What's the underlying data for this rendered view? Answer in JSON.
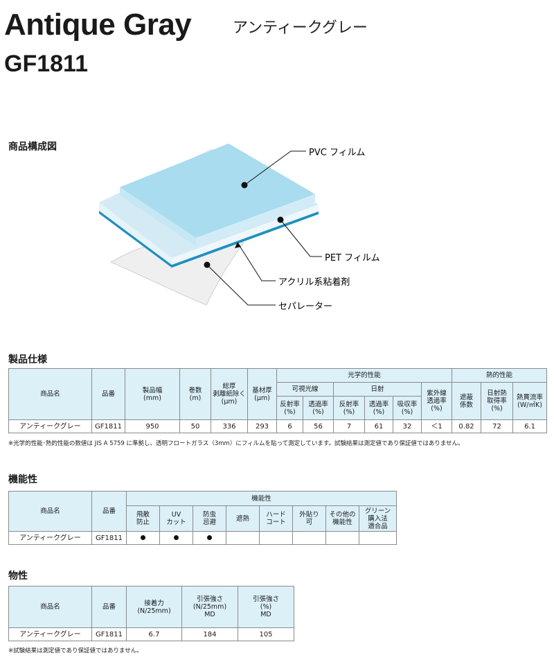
{
  "title": "Antique Gray",
  "subtitle": "アンティークグレー",
  "code": "GF1811",
  "sections": {
    "structure": "商品構成図",
    "spec": "製品仕様",
    "function": "機能性",
    "physical": "物性"
  },
  "diagram_labels": {
    "pvc": "PVC フィルム",
    "pet": "PET フィルム",
    "adhesive": "アクリル系粘着剤",
    "separator": "セパレーター"
  },
  "colors": {
    "pvc": "#a8dcee",
    "pet_edge": "#1f8fbf",
    "separator": "#efefef",
    "header_bg": "#dcf0f8"
  },
  "spec": {
    "headers": {
      "name": "商品名",
      "code": "品番",
      "width": "製品幅\n(mm)",
      "rolls": "巻数\n(m)",
      "total": "総厚\n剥離紙除く\n(μm)",
      "base": "基材厚\n(μm)",
      "optical": "光学的性能",
      "visible": "可視光線",
      "solar": "日射",
      "v_reflect": "反射率\n(%)",
      "v_trans": "透過率\n(%)",
      "s_reflect": "反射率\n(%)",
      "s_trans": "透過率\n(%)",
      "s_absorb": "吸収率\n(%)",
      "uv": "紫外線\n透過率\n(%)",
      "thermal": "熱的性能",
      "shading": "遮蔽\n係数",
      "solar_gain": "日射熱\n取得率\n(%)",
      "heat_flow": "熱貫流率\n(W/㎡K)"
    },
    "row": {
      "name": "アンティークグレー",
      "code": "GF1811",
      "width": "950",
      "rolls": "50",
      "total": "336",
      "base": "293",
      "v_reflect": "6",
      "v_trans": "56",
      "s_reflect": "7",
      "s_trans": "61",
      "s_absorb": "32",
      "uv": "＜1",
      "shading": "0.82",
      "solar_gain": "72",
      "heat_flow": "6.1"
    },
    "note": "※光学的性能･熱的性能の数値は JIS A 5759 に準拠し、透明フロートガラス（3mm）にフィルムを貼って測定しています。試験結果は測定値であり保証値ではありません。"
  },
  "function": {
    "headers": {
      "name": "商品名",
      "code": "品番",
      "group": "機能性",
      "cols": [
        "飛散\n防止",
        "UV\nカット",
        "防虫\n忌避",
        "遮熱",
        "ハード\nコート",
        "外貼り\n可",
        "その他の\n機能性",
        "グリーン\n購入法\n適合品"
      ]
    },
    "row": {
      "name": "アンティークグレー",
      "code": "GF1811",
      "marks": [
        true,
        true,
        true,
        false,
        false,
        false,
        false,
        false
      ]
    }
  },
  "physical": {
    "headers": {
      "name": "商品名",
      "code": "品番",
      "adhesion": "接着力\n(N/25mm)",
      "tensile": "引張強さ\n(N/25mm)\nMD",
      "elongation": "引張強さ\n(%)\nMD"
    },
    "row": {
      "name": "アンティークグレー",
      "code": "GF1811",
      "adhesion": "6.7",
      "tensile": "184",
      "elongation": "105"
    },
    "note": "※試験結果は測定値であり保証値ではありません。"
  }
}
